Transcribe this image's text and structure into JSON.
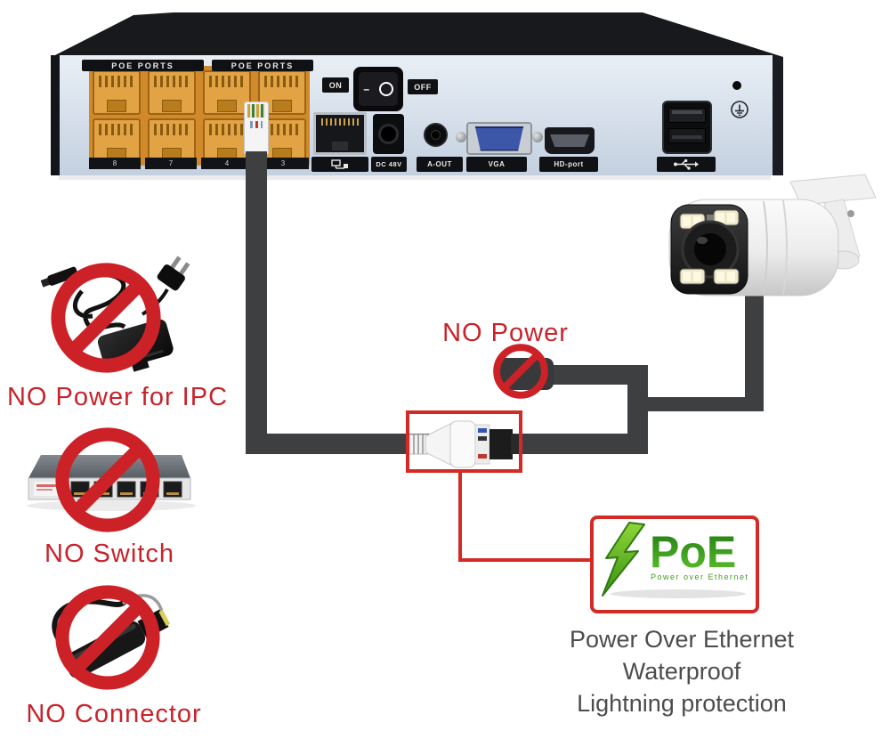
{
  "annotations": {
    "no_power_ipc": "NO Power for IPC",
    "no_switch": "NO Switch",
    "no_connector": "NO Connector",
    "no_power": "NO Power"
  },
  "features": [
    "Power Over Ethernet",
    "Waterproof",
    "Lightning protection"
  ],
  "poe_badge": {
    "title": "PoE",
    "subtitle": "Power over Ethernet"
  },
  "nvr": {
    "poe_ports_labels": [
      "POE PORTS",
      "POE PORTS"
    ],
    "port_numbers": [
      "8",
      "7",
      "4",
      "3"
    ],
    "power": {
      "on": "ON",
      "off": "OFF",
      "rocker_line": "–"
    },
    "port_labels": {
      "dc": "DC 48V",
      "audio": "A-OUT",
      "vga": "VGA",
      "hdmi": "HD-port"
    }
  },
  "colors": {
    "alert_red": "#d32a25",
    "text_red": "#c8232b",
    "cable_dark": "#3e3f41",
    "poe_green": "#3f9c1e",
    "nvr_face": "#d3dde9",
    "feature_text": "#4c4c4c"
  }
}
